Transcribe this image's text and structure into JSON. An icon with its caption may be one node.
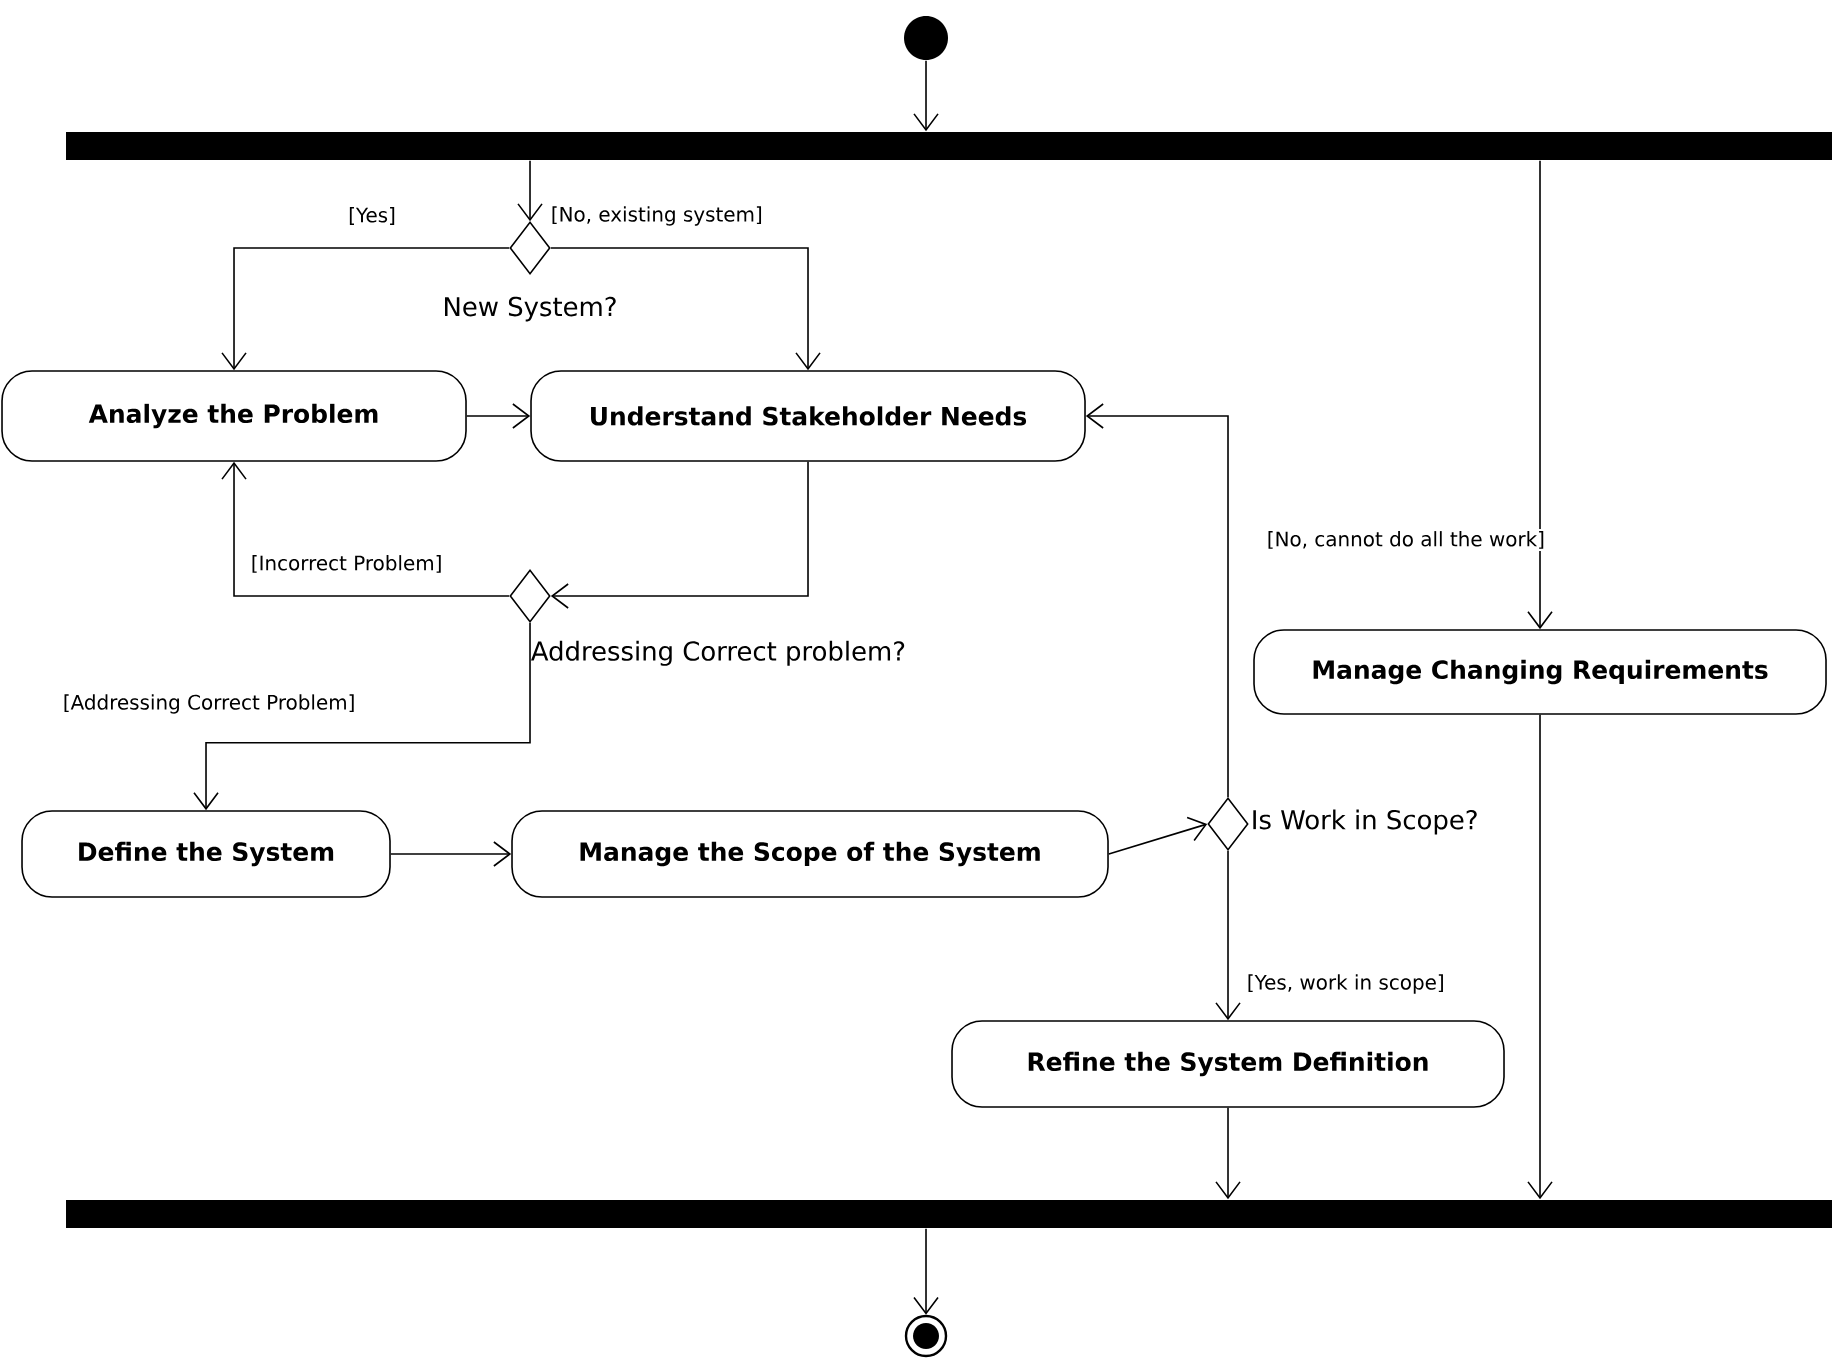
{
  "diagram": {
    "nodes": [
      {
        "text": [],
        "shape": "circle"
      },
      {
        "text": [],
        "shape": "bar"
      },
      {
        "text": [
          "New System?"
        ]
      },
      {
        "text": [
          "Analyze the Problem"
        ]
      },
      {
        "text": [
          "Understand Stakeholder Needs"
        ]
      },
      {
        "text": [
          "Addressing Correct problem?"
        ]
      },
      {
        "text": [
          "Manage Changing Requirements"
        ]
      },
      {
        "text": [
          "Define the System"
        ]
      },
      {
        "text": [
          "Manage the Scope of the System"
        ]
      },
      {
        "text": [
          "Is Work in Scope?"
        ]
      },
      {
        "text": [
          "Refine the System Definition"
        ]
      },
      {
        "text": [],
        "shape": "bar"
      },
      {
        "text": [],
        "shape": "circle"
      }
    ],
    "edges": [
      {
        "from": 0,
        "to": 1,
        "arrow": "to"
      },
      {
        "from": 1,
        "to": 2,
        "arrow": "to"
      },
      {
        "from": 1,
        "to": 6,
        "arrow": "to",
        "label": "[No, cannot do all the work]"
      },
      {
        "from": 2,
        "to": 3,
        "arrow": "to",
        "label": "[Yes]"
      },
      {
        "from": 2,
        "to": 4,
        "arrow": "to",
        "label": "[No, existing system]"
      },
      {
        "from": 3,
        "to": 4,
        "arrow": "to"
      },
      {
        "from": 4,
        "to": 5,
        "arrow": "to"
      },
      {
        "from": 5,
        "to": 3,
        "arrow": "to",
        "label": "[Incorrect Problem]"
      },
      {
        "from": 5,
        "to": 7,
        "arrow": "to",
        "label": "[Addressing Correct Problem]"
      },
      {
        "from": 7,
        "to": 8,
        "arrow": "to"
      },
      {
        "from": 8,
        "to": 9,
        "arrow": "to"
      },
      {
        "from": 9,
        "to": 4,
        "arrow": "to"
      },
      {
        "from": 9,
        "to": 10,
        "arrow": "to",
        "label": "[Yes, work in scope]"
      },
      {
        "from": 10,
        "to": 11,
        "arrow": "to"
      },
      {
        "from": 6,
        "to": 11,
        "arrow": "to"
      },
      {
        "from": 11,
        "to": 12,
        "arrow": "to"
      }
    ]
  }
}
